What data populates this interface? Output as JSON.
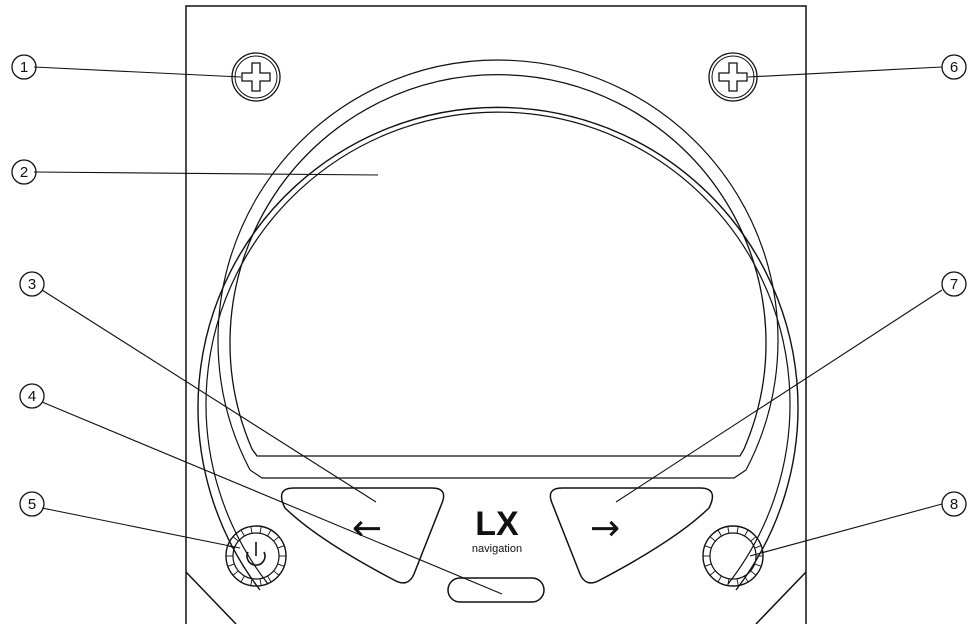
{
  "callouts": [
    {
      "id": 1,
      "label": "1",
      "target": "top-left-screw"
    },
    {
      "id": 2,
      "label": "2",
      "target": "display"
    },
    {
      "id": 3,
      "label": "3",
      "target": "left-button"
    },
    {
      "id": 4,
      "label": "4",
      "target": "light-sensor"
    },
    {
      "id": 5,
      "label": "5",
      "target": "power-knob"
    },
    {
      "id": 6,
      "label": "6",
      "target": "top-right-screw"
    },
    {
      "id": 7,
      "label": "7",
      "target": "right-button"
    },
    {
      "id": 8,
      "label": "8",
      "target": "right-knob"
    }
  ],
  "buttons": {
    "left_arrow": "←",
    "right_arrow": "→"
  },
  "brand": {
    "logo": "LX",
    "subtitle": "navigation"
  },
  "icons": {
    "power": "power-icon",
    "screw": "screw-icon"
  }
}
